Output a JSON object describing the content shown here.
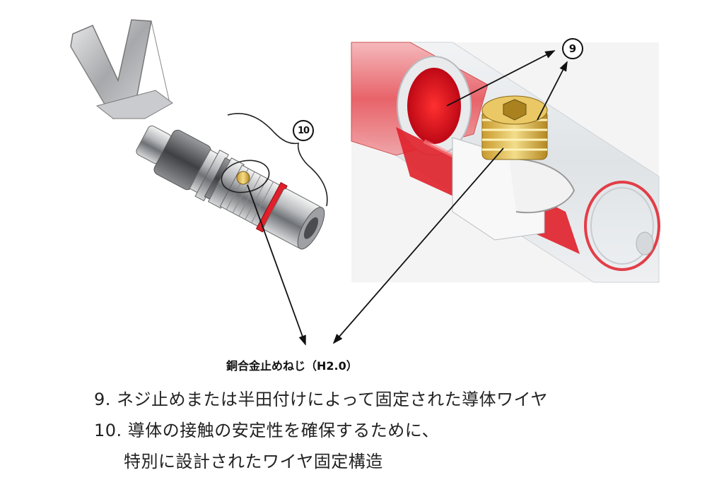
{
  "badges": {
    "nine": "9",
    "ten": "10"
  },
  "caption": {
    "label": "銅合金止めねじ（H2.0）",
    "line1": "9. ネジ止めまたは半田付けによって固定された導体ワイヤ",
    "line2": "10. 導体の接触の安定性を確保するために、",
    "line3": "特別に設計されたワイヤ固定構造"
  },
  "colors": {
    "accent_red": "#e0202a",
    "brass": "#d8b64a",
    "metal": "#b9bcc0"
  }
}
